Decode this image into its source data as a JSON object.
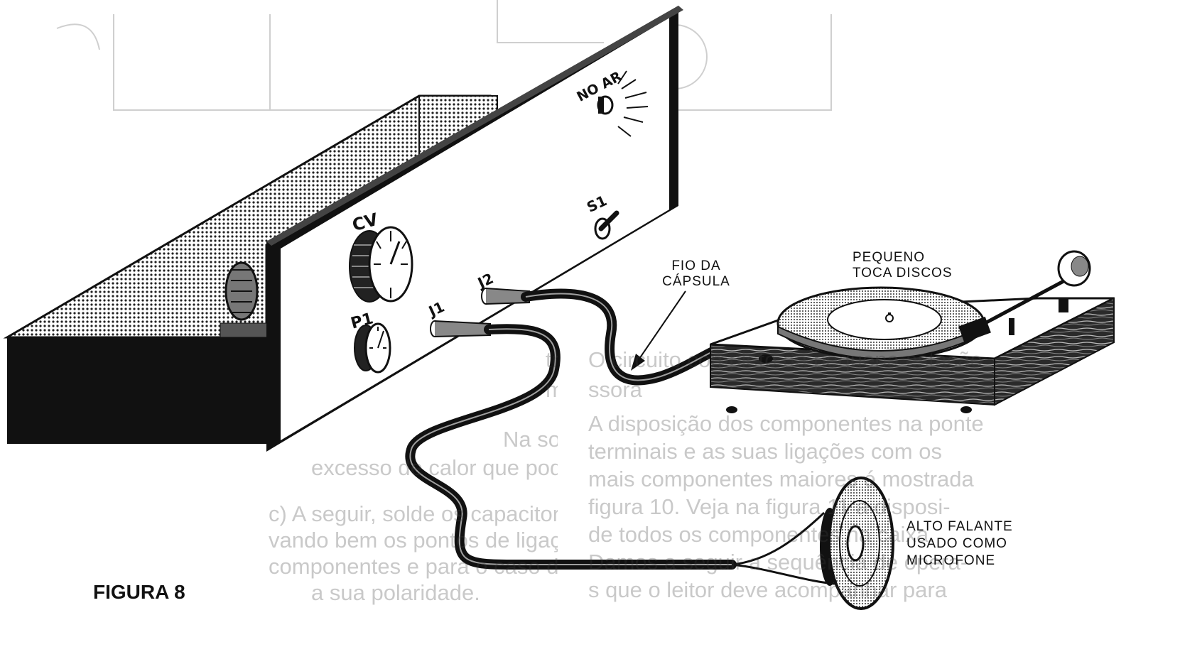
{
  "figure": {
    "caption": "FIGURA 8"
  },
  "panel": {
    "lamp_label": "NO AR",
    "switch_label": "S1",
    "dial_label": "CV",
    "pot_label": "P1",
    "jack1_label": "J1",
    "jack2_label": "J2"
  },
  "callouts": {
    "cartridge_wire": [
      "FIO  DA",
      "CÁPSULA"
    ],
    "turntable": [
      "PEQUENO",
      "TOCA DISCOS"
    ],
    "speaker": [
      "ALTO  FALANTE",
      "USADO  COMO",
      "MICROFONE"
    ]
  },
  "bleed_through": {
    "left_column": [
      "transistores  D.  Ve",
      "maneira  de  tirar  cad",
      "Na  soldagem",
      "excesso  de  calor  que  pode  danificá-lo",
      "c)  A  seguir,  solde  os  capacitores  obse",
      "vando  bem  os  pontos  de  ligação  destes",
      "componentes  e  para  o  caso  do  eletrolítico",
      "a  sua  polaridade."
    ],
    "right_column": [
      "O  circuito  completo  da  pequena  estação",
      "ssora",
      "A  disposição  dos  componentes  na  ponte",
      "terminais  e  as  suas  ligações  com  os",
      "mais  componentes  maiores  é  mostrada",
      "figura  10.  Veja  na  figura  11  a  disposi-",
      "de  todos  os  componentes  na  caixa.",
      "Damos  a  seguir  a  sequência  de  opera-",
      "s  que  o  leitor  deve  acompanhar  para"
    ]
  },
  "colors": {
    "ink": "#111111",
    "paper": "#ffffff",
    "ghost": "#9a9a9a"
  }
}
